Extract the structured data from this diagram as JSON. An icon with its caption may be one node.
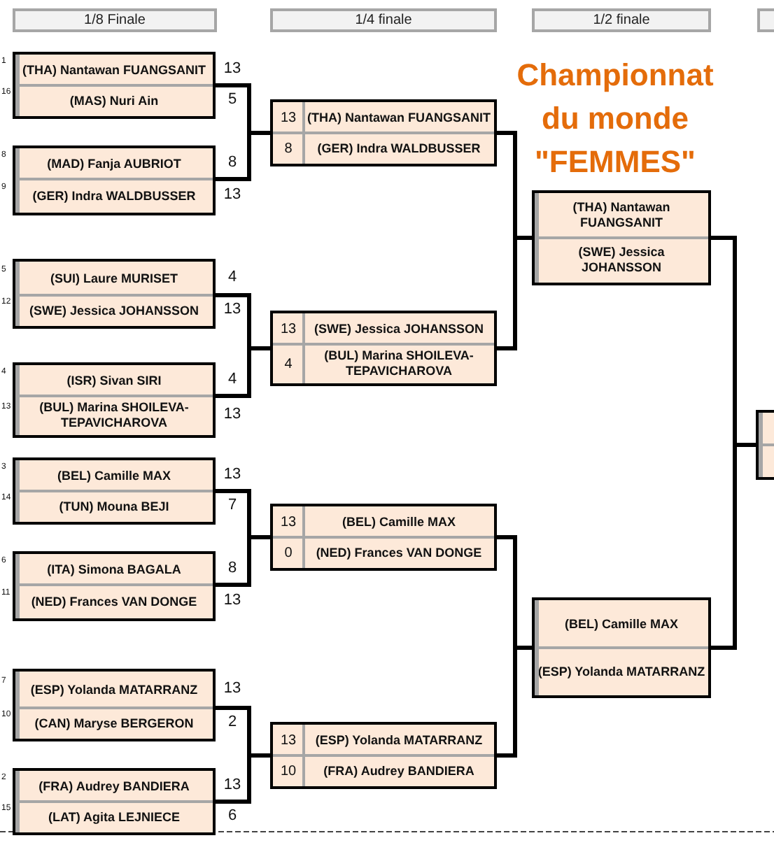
{
  "diagram": {
    "title": "Championnat du monde \"FEMMES\"",
    "nodes": [
      {
        "text": [
          "(THA) Nantawan FUANGSANIT",
          "(MAS) Nuri Ain"
        ],
        "beside": [
          "1",
          "16",
          "13",
          "5"
        ]
      },
      {
        "text": [
          "(MAD) Fanja AUBRIOT",
          "(GER) Indra WALDBUSSER"
        ],
        "beside": [
          "8",
          "9",
          "8",
          "13"
        ]
      },
      {
        "text": [
          "(SUI) Laure MURISET",
          "(SWE) Jessica JOHANSSON"
        ],
        "beside": [
          "5",
          "12",
          "4",
          "13"
        ]
      },
      {
        "text": [
          "(ISR) Sivan SIRI",
          "(BUL) Marina SHOILEVA-TEPAVICHAROVA"
        ],
        "beside": [
          "4",
          "13",
          "4",
          "13"
        ]
      },
      {
        "text": [
          "(BEL) Camille MAX",
          "(TUN) Mouna BEJI"
        ],
        "beside": [
          "3",
          "14",
          "13",
          "7"
        ]
      },
      {
        "text": [
          "(ITA) Simona BAGALA",
          "(NED) Frances VAN DONGE"
        ],
        "beside": [
          "6",
          "11",
          "8",
          "13"
        ]
      },
      {
        "text": [
          "(ESP) Yolanda MATARRANZ",
          "(CAN) Maryse BERGERON"
        ],
        "beside": [
          "7",
          "10",
          "13",
          "2"
        ]
      },
      {
        "text": [
          "(FRA) Audrey BANDIERA",
          "(LAT) Agita LEJNIECE"
        ],
        "beside": [
          "2",
          "15",
          "13",
          "6"
        ]
      },
      {
        "text": [
          "13",
          "(THA) Nantawan FUANGSANIT",
          "8",
          "(GER) Indra WALDBUSSER"
        ]
      },
      {
        "text": [
          "13",
          "(SWE) Jessica JOHANSSON",
          "4",
          "(BUL) Marina SHOILEVA-TEPAVICHAROVA"
        ]
      },
      {
        "text": [
          "13",
          "(BEL) Camille MAX",
          "0",
          "(NED) Frances VAN DONGE"
        ]
      },
      {
        "text": [
          "13",
          "(ESP) Yolanda MATARRANZ",
          "10",
          "(FRA) Audrey BANDIERA"
        ]
      },
      {
        "text": [
          "(THA) Nantawan FUANGSANIT",
          "(SWE) Jessica JOHANSSON"
        ]
      },
      {
        "text": [
          "(BEL) Camille MAX",
          "(ESP) Yolanda MATARRANZ"
        ]
      },
      {
        "text": [],
        "shape": "box"
      }
    ],
    "edges": [
      {
        "from": 0,
        "to": 8,
        "arrow": "none"
      },
      {
        "from": 1,
        "to": 8,
        "arrow": "none"
      },
      {
        "from": 2,
        "to": 9,
        "arrow": "none"
      },
      {
        "from": 3,
        "to": 9,
        "arrow": "none"
      },
      {
        "from": 4,
        "to": 10,
        "arrow": "none"
      },
      {
        "from": 5,
        "to": 10,
        "arrow": "none"
      },
      {
        "from": 6,
        "to": 11,
        "arrow": "none"
      },
      {
        "from": 7,
        "to": 11,
        "arrow": "none"
      },
      {
        "from": 8,
        "to": 12,
        "arrow": "none"
      },
      {
        "from": 9,
        "to": 12,
        "arrow": "none"
      },
      {
        "from": 10,
        "to": 13,
        "arrow": "none"
      },
      {
        "from": 11,
        "to": 13,
        "arrow": "none"
      },
      {
        "from": 12,
        "to": 14,
        "arrow": "none"
      },
      {
        "from": 13,
        "to": 14,
        "arrow": "none"
      }
    ],
    "labels": [
      "1/8 Finale",
      "1/4 finale",
      "1/2 finale"
    ]
  }
}
